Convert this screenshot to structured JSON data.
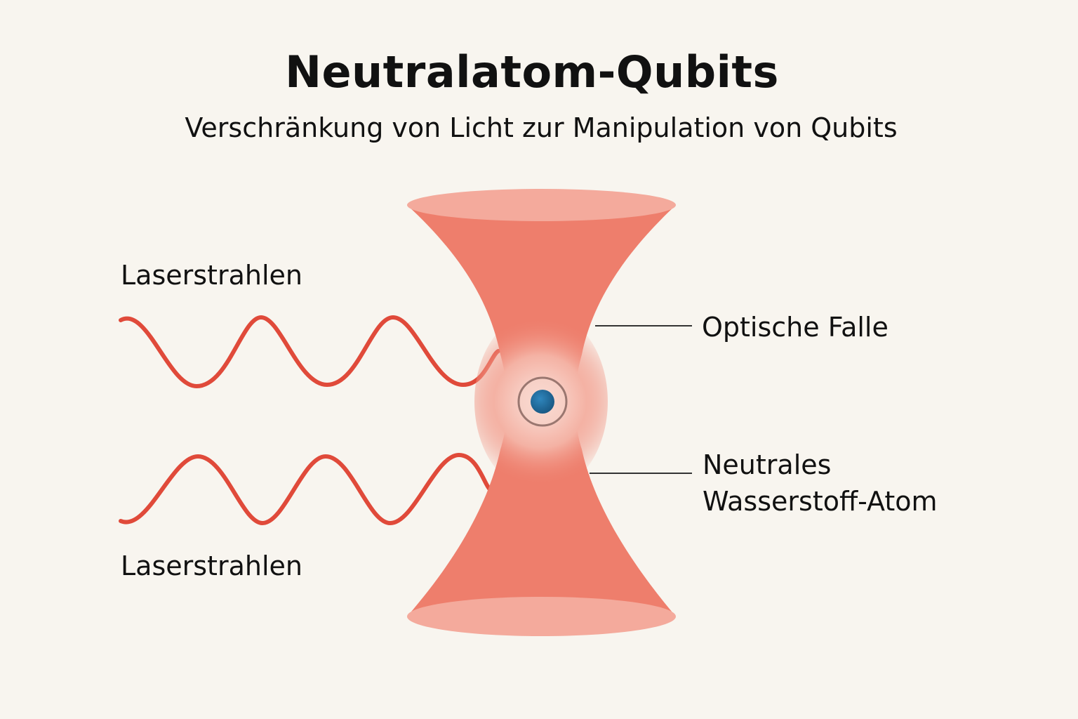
{
  "title": "Neutralatom-Qubits",
  "subtitle": "Verschränkung von Licht zur Manipulation von Qubits",
  "labels": {
    "laser_top": "Laserstrahlen",
    "laser_bottom": "Laserstrahlen",
    "optical_trap": "Optische Falle",
    "atom_line1": "Neutrales",
    "atom_line2": "Wasserstoff-Atom"
  },
  "colors": {
    "background": "#f8f5ef",
    "beam": "#ee7e6c",
    "beam_rim": "#f4aa9c",
    "wave": "#e04a3a",
    "atom": "#1f6a9c",
    "leader_line": "#333333"
  }
}
